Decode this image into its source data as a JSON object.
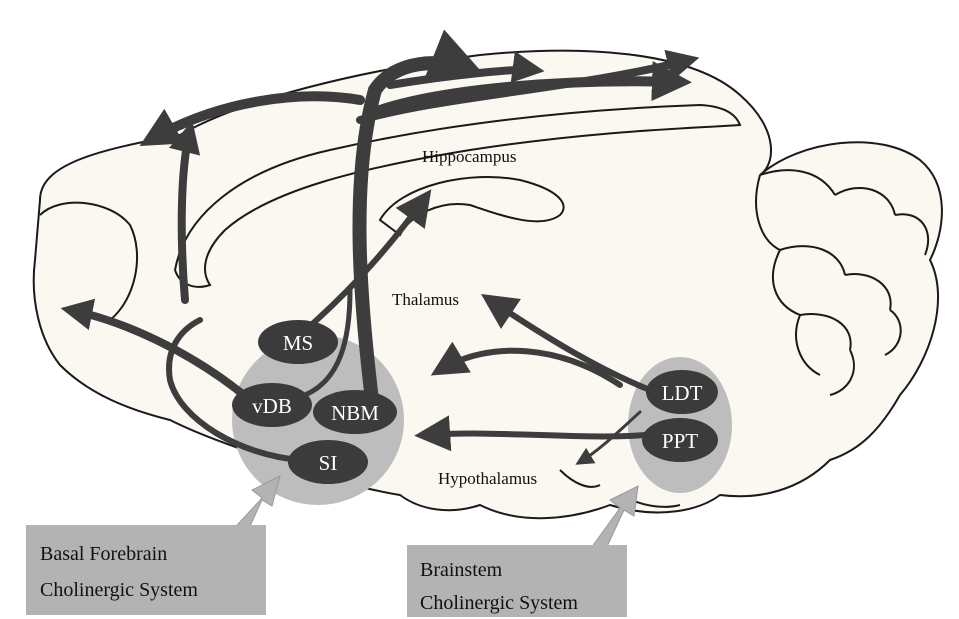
{
  "labels": {
    "hippocampus": "Hippocampus",
    "thalamus": "Thalamus",
    "hypothalamus": "Hypothalamus"
  },
  "nuclei": {
    "ms": "MS",
    "vdb": "vDB",
    "nbm": "NBM",
    "si": "SI",
    "ldt": "LDT",
    "ppt": "PPT"
  },
  "systems": {
    "basal_forebrain": {
      "line1": "Basal Forebrain",
      "line2": "Cholinergic System"
    },
    "brainstem": {
      "line1": "Brainstem",
      "line2": "Cholinergic System"
    }
  },
  "colors": {
    "pathway": "#3d3d3d",
    "nucleus_fill": "#3b3b3b",
    "region_fill": "#bdbdbd",
    "brain_fill": "#fbf7f1",
    "outline": "#1a1a1a",
    "callout_fill": "#b3b3b3"
  }
}
